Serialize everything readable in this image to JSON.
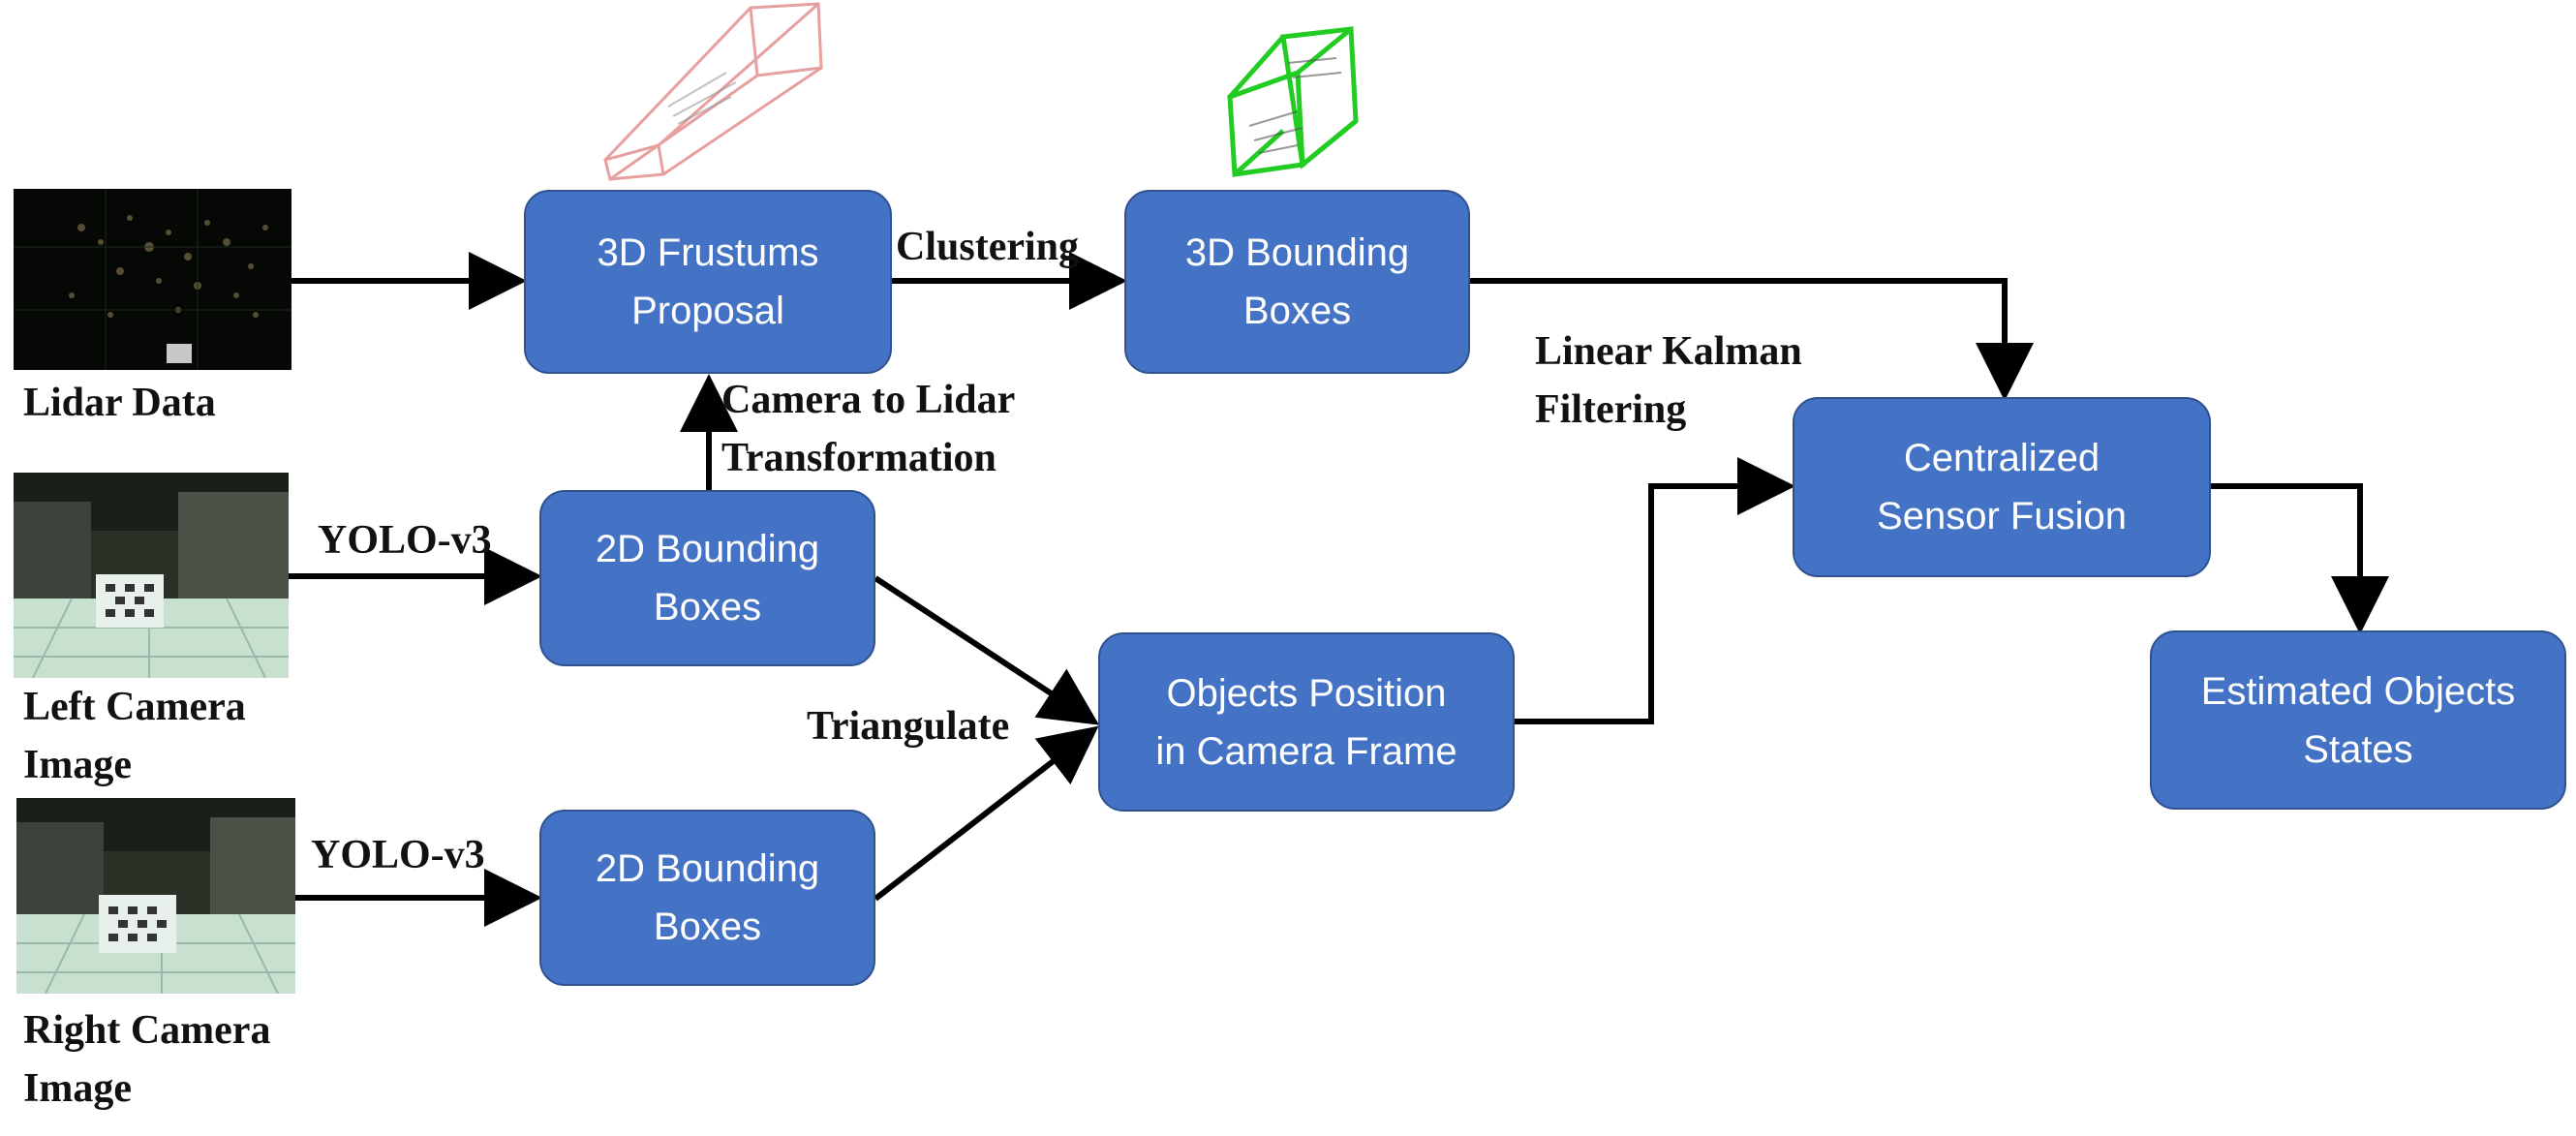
{
  "colors": {
    "box_fill": "#4472c4",
    "box_border": "#2f528f",
    "box_text": "#ffffff",
    "arrow": "#000000",
    "frustum_sketch": "#e08080",
    "bbox_sketch": "#22cc22"
  },
  "inputs": {
    "lidar": {
      "line1": "Lidar Data",
      "line2": ""
    },
    "left_camera": {
      "line1": "Left Camera",
      "line2": "Image"
    },
    "right_camera": {
      "line1": "Right Camera",
      "line2": "Image"
    }
  },
  "boxes": {
    "frustums": {
      "line1": "3D Frustums",
      "line2": "Proposal"
    },
    "bbox3d": {
      "line1": "3D Bounding",
      "line2": "Boxes"
    },
    "bbox2d_left": {
      "line1": "2D Bounding",
      "line2": "Boxes"
    },
    "bbox2d_right": {
      "line1": "2D Bounding",
      "line2": "Boxes"
    },
    "objects_position": {
      "line1": "Objects Position",
      "line2": "in Camera Frame"
    },
    "fusion": {
      "line1": "Centralized",
      "line2": "Sensor Fusion"
    },
    "estimated": {
      "line1": "Estimated Objects",
      "line2": "States"
    }
  },
  "edge_labels": {
    "clustering": "Clustering",
    "cam_to_lidar": {
      "line1": "Camera to Lidar",
      "line2": "Transformation"
    },
    "yolo_left": "YOLO-v3",
    "yolo_right": "YOLO-v3",
    "triangulate": "Triangulate",
    "kalman": {
      "line1": "Linear Kalman",
      "line2": "Filtering"
    }
  }
}
